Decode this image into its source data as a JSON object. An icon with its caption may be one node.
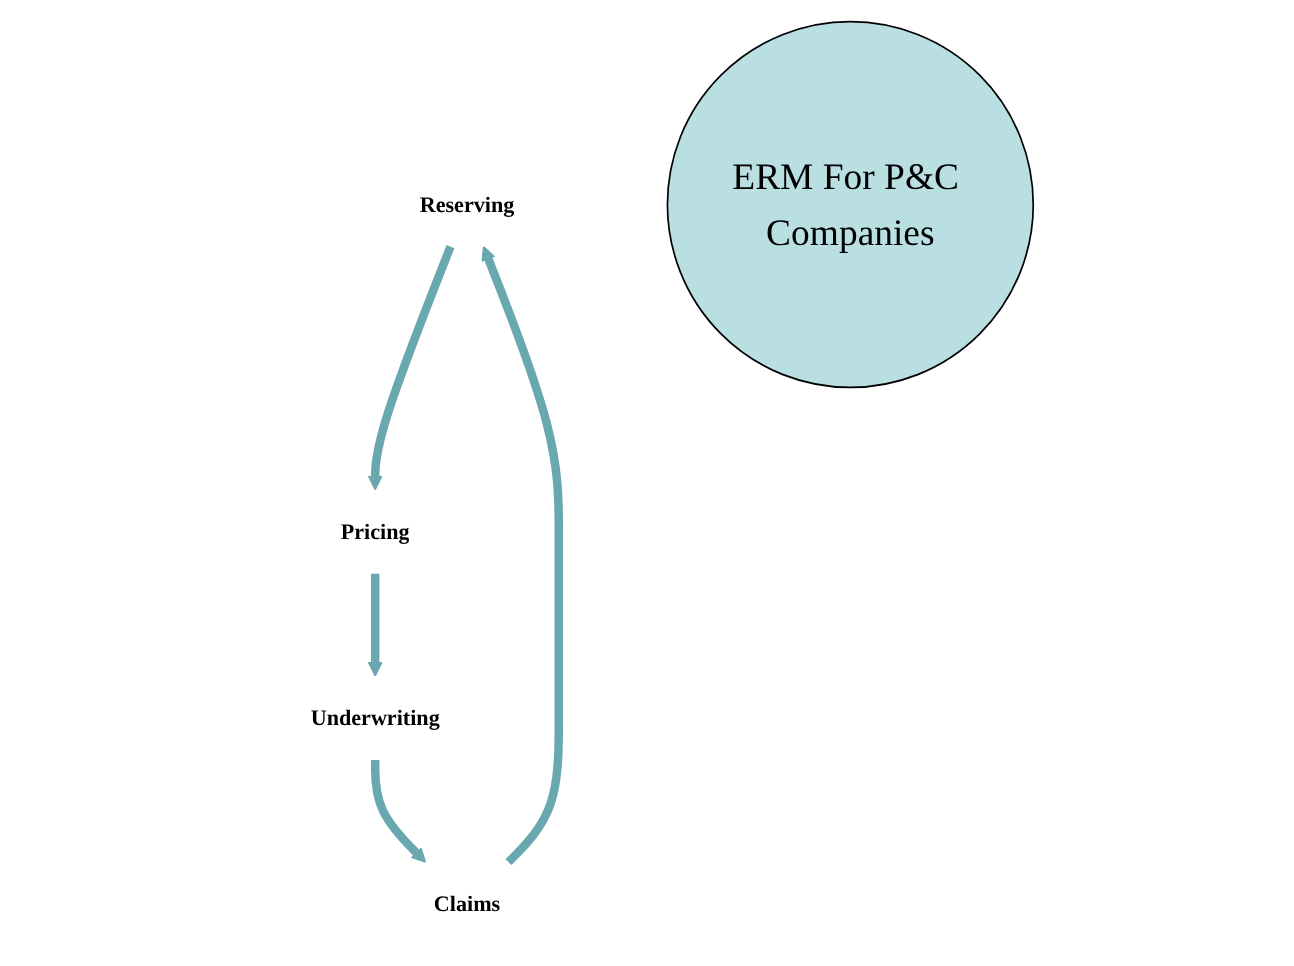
{
  "diagram": {
    "nodes": [
      {
        "text": [
          "Reserving"
        ]
      },
      {
        "text": [
          "Pricing"
        ]
      },
      {
        "text": [
          "ERM For P&C Companies"
        ]
      },
      {
        "text": [
          "Claims"
        ]
      },
      {
        "text": [
          "Underwriting"
        ]
      }
    ],
    "edges": [
      {
        "from": 0,
        "to": 1,
        "arrow": "to"
      },
      {
        "from": 1,
        "to": 4,
        "arrow": "to"
      },
      {
        "from": 4,
        "to": 3,
        "arrow": "to"
      },
      {
        "from": 3,
        "to": 0,
        "arrow": "to"
      }
    ]
  }
}
